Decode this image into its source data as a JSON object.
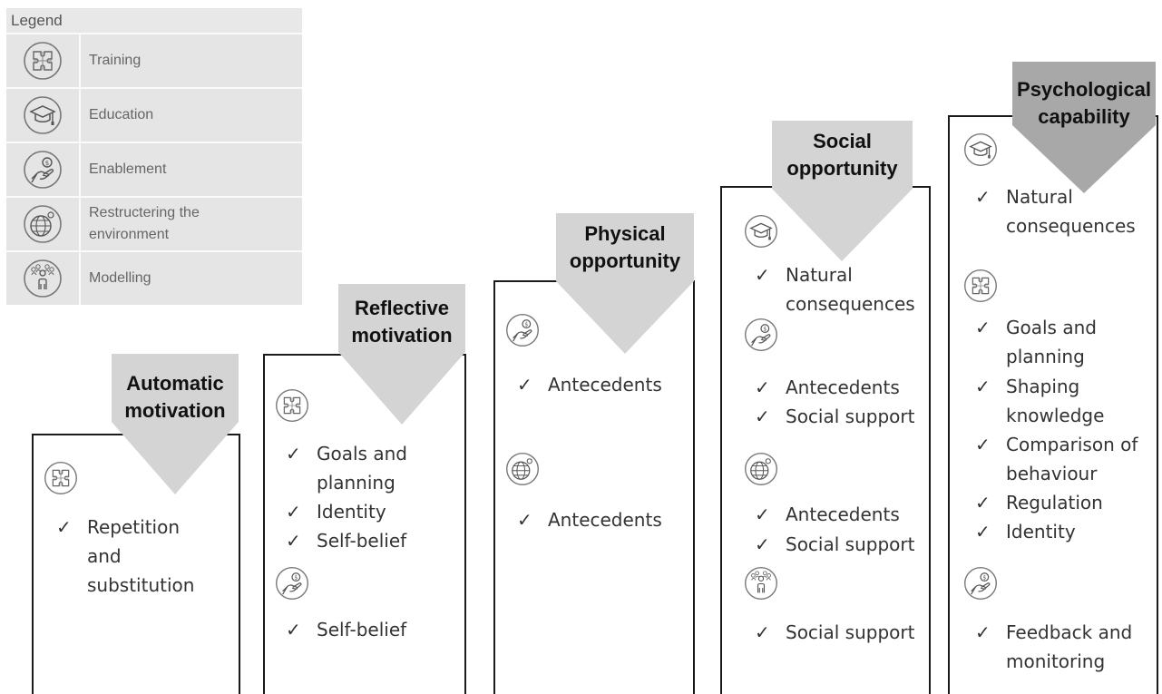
{
  "legend": {
    "title": "Legend",
    "items": [
      {
        "icon": "puzzle-icon",
        "label": "Training"
      },
      {
        "icon": "graduation-cap-icon",
        "label": "Education"
      },
      {
        "icon": "hand-coin-icon",
        "label": "Enablement"
      },
      {
        "icon": "globe-icon",
        "label": "Restructering the environment"
      },
      {
        "icon": "people-icon",
        "label": "Modelling"
      }
    ]
  },
  "check_mark": "✓",
  "columns": [
    {
      "title_line1": "Automatic",
      "title_line2": "motivation",
      "groups": [
        {
          "icon": "puzzle-icon",
          "items": [
            "Repetition and substitution"
          ]
        }
      ]
    },
    {
      "title_line1": "Reflective",
      "title_line2": "motivation",
      "groups": [
        {
          "icon": "puzzle-icon",
          "items": [
            "Goals and planning",
            "Identity",
            "Self-belief"
          ]
        },
        {
          "icon": "hand-coin-icon",
          "items": [
            "Self-belief"
          ]
        }
      ]
    },
    {
      "title_line1": "Physical",
      "title_line2": "opportunity",
      "groups": [
        {
          "icon": "hand-coin-icon",
          "items": [
            "Antecedents"
          ]
        },
        {
          "icon": "globe-icon",
          "items": [
            "Antecedents"
          ]
        }
      ]
    },
    {
      "title_line1": "Social",
      "title_line2": "opportunity",
      "groups": [
        {
          "icon": "graduation-cap-icon",
          "items": [
            "Natural consequences"
          ]
        },
        {
          "icon": "hand-coin-icon",
          "items": [
            "Antecedents",
            "Social support"
          ]
        },
        {
          "icon": "globe-icon",
          "items": [
            "Antecedents",
            "Social support"
          ]
        },
        {
          "icon": "people-icon",
          "items": [
            "Social support"
          ]
        }
      ]
    },
    {
      "title_line1": "Psychological",
      "title_line2": "capability",
      "groups": [
        {
          "icon": "graduation-cap-icon",
          "items": [
            "Natural consequences"
          ]
        },
        {
          "icon": "puzzle-icon",
          "items": [
            "Goals and planning",
            "Shaping knowledge",
            "Comparison of behaviour",
            "Regulation",
            "Identity"
          ]
        },
        {
          "icon": "hand-coin-icon",
          "items": [
            "Feedback and monitoring"
          ]
        }
      ]
    }
  ]
}
